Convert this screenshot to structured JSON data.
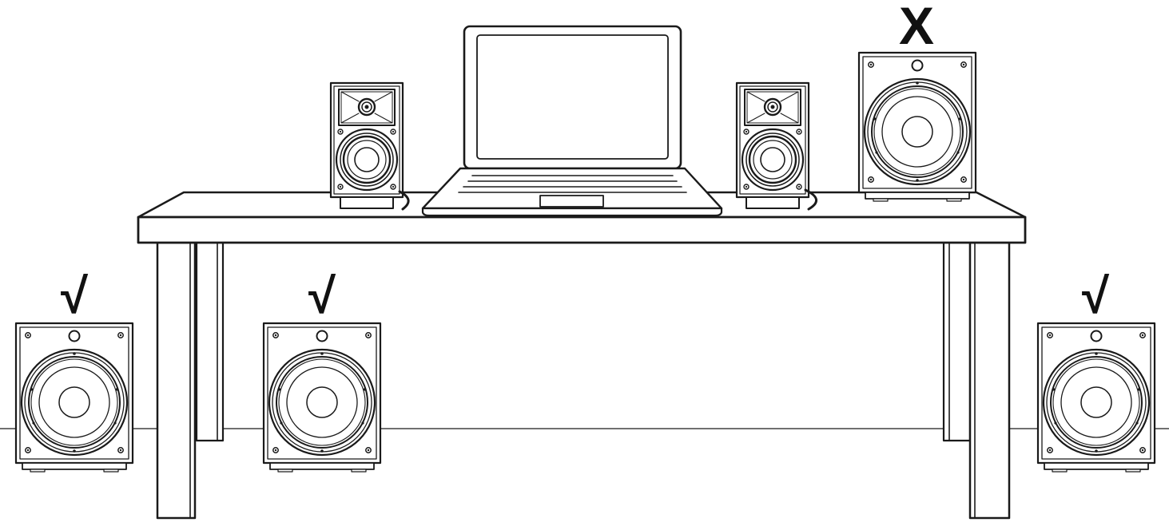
{
  "placements": {
    "desk_subwoofer": {
      "mark": "X",
      "meaning": "not-recommended"
    },
    "floor_left": {
      "mark": "√",
      "meaning": "recommended"
    },
    "floor_center": {
      "mark": "√",
      "meaning": "recommended"
    },
    "floor_right": {
      "mark": "√",
      "meaning": "recommended"
    }
  },
  "colors": {
    "line": "#1a1a1a",
    "background": "#ffffff"
  },
  "icons": [
    "laptop-icon",
    "bookshelf-speaker-icon",
    "subwoofer-icon",
    "check-mark-icon",
    "cross-mark-icon"
  ]
}
